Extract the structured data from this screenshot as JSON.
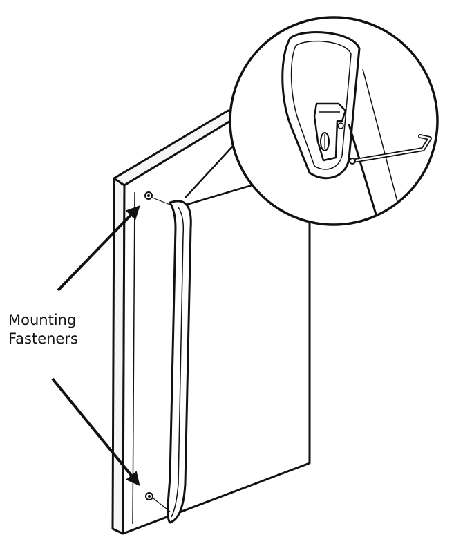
{
  "callout": {
    "line1": "Mounting",
    "line2": "Fasteners"
  },
  "colors": {
    "ink": "#111111",
    "paper": "#ffffff",
    "shade": "#f2f2f2"
  },
  "icons": {
    "fastener": "screw-head",
    "tool": "allen-wrench"
  }
}
